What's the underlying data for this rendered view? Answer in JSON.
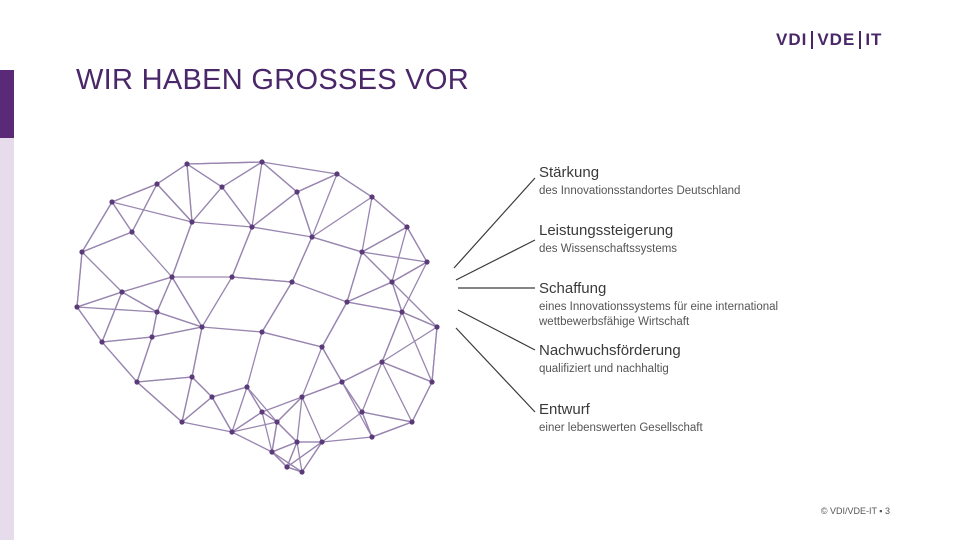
{
  "logo": {
    "part1": "VDI",
    "part2": "VDE",
    "part3": "IT"
  },
  "title": "WIR HABEN GROSSES VOR",
  "items": [
    {
      "head": "Stärkung",
      "sub": "des Innovationsstandortes Deutschland"
    },
    {
      "head": "Leistungssteigerung",
      "sub": "des Wissenschaftssystems"
    },
    {
      "head": "Schaffung",
      "sub": "eines Innovationssystems für eine international wettbewerbsfähige Wirtschaft"
    },
    {
      "head": "Nachwuchsförderung",
      "sub": "qualifiziert und nachhaltig"
    },
    {
      "head": "Entwurf",
      "sub": "einer lebenswerten Gesellschaft"
    }
  ],
  "footer": "© VDI/VDE-IT ▪ 3",
  "colors": {
    "accent": "#5a2a78",
    "node": "#5a3a78",
    "edge": "#8e7aa8",
    "sidebar": "#e6dcec"
  },
  "icons": {
    "brain": "brain-network-illustration"
  }
}
